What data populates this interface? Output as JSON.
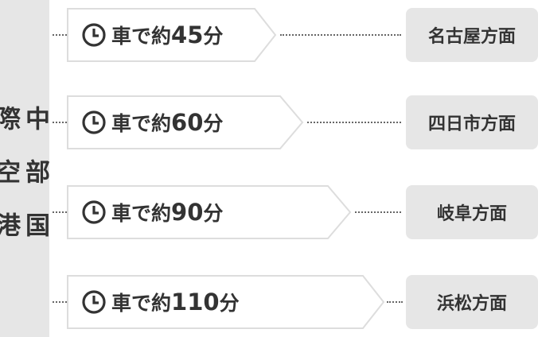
{
  "airport": {
    "name_chars": [
      "中",
      "部",
      "国",
      "際",
      "空",
      "港"
    ]
  },
  "routes": [
    {
      "prefix": "車で約",
      "minutes": "45",
      "suffix": "分",
      "destination": "名古屋方面"
    },
    {
      "prefix": "車で約",
      "minutes": "60",
      "suffix": "分",
      "destination": "四日市方面"
    },
    {
      "prefix": "車で約",
      "minutes": "90",
      "suffix": "分",
      "destination": "岐阜方面"
    },
    {
      "prefix": "車で約",
      "minutes": "110",
      "suffix": "分",
      "destination": "浜松方面"
    }
  ],
  "colors": {
    "panel": "#e6e6e6",
    "text": "#333333",
    "arrow_border": "#dddddd"
  },
  "icons": {
    "time": "clock-icon"
  }
}
